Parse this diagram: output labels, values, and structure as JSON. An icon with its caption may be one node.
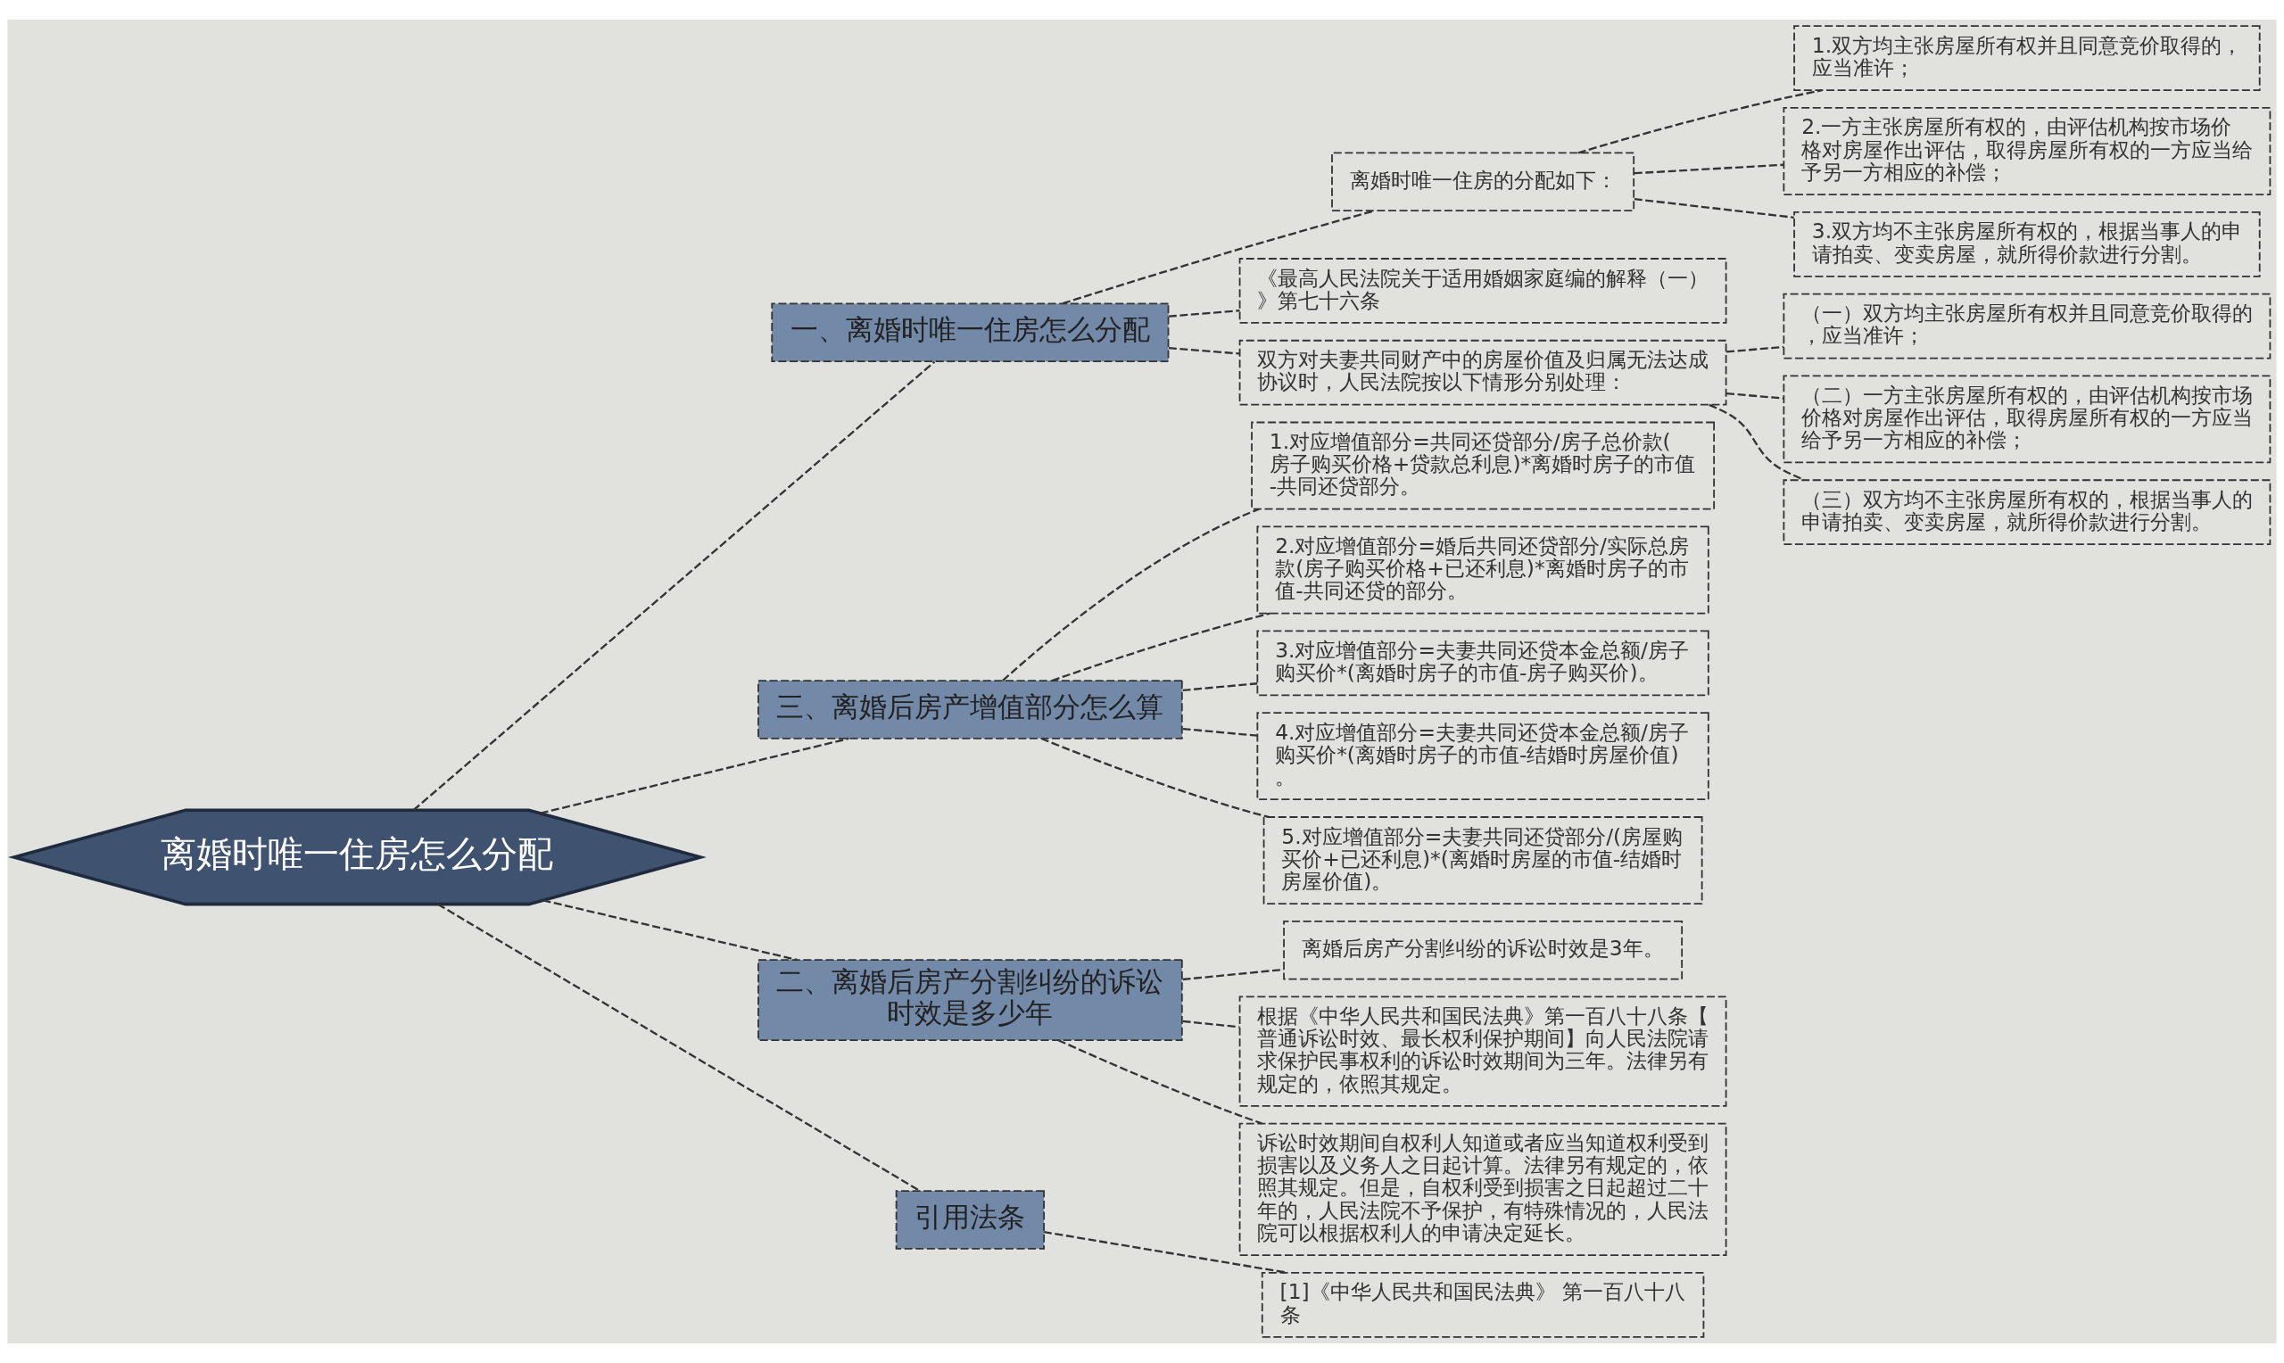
{
  "diagram": {
    "nodes": [
      {
        "text": [
          "离婚时唯一住房怎么分配"
        ]
      },
      {
        "text": [
          "一、离婚时唯一住房怎么分配"
        ]
      },
      {
        "text": [
          "离婚时唯一住房的分配如下："
        ]
      },
      {
        "text": [
          "1.双方均主张房屋所有权并且同意竞价取得的，应当准许；"
        ]
      },
      {
        "text": [
          "2.一方主张房屋所有权的，由评估机构按市场价格对房屋作出评估，取得房屋所有权的一方应当给予另一方相应的补偿；"
        ]
      },
      {
        "text": [
          "3.双方均不主张房屋所有权的，根据当事人的申请拍卖、变卖房屋，就所得价款进行分割。"
        ]
      },
      {
        "text": [
          "《最高人民法院关于适用婚姻家庭编的解释（一）》第七十六条"
        ]
      },
      {
        "text": [
          "双方对夫妻共同财产中的房屋价值及归属无法达成协议时，人民法院按以下情形分别处理："
        ]
      },
      {
        "text": [
          "（一）双方均主张房屋所有权并且同意竞价取得的，应当准许；"
        ]
      },
      {
        "text": [
          "（二）一方主张房屋所有权的，由评估机构按市场价格对房屋作出评估，取得房屋所有权的一方应当给予另一方相应的补偿；"
        ]
      },
      {
        "text": [
          "（三）双方均不主张房屋所有权的，根据当事人的申请拍卖、变卖房屋，就所得价款进行分割。"
        ]
      },
      {
        "text": [
          "三、离婚后房产增值部分怎么算"
        ]
      },
      {
        "text": [
          "1.对应增值部分=共同还贷部分/房子总价款(房子购买价格+贷款总利息)*离婚时房子的市值-共同还贷部分。"
        ]
      },
      {
        "text": [
          "2.对应增值部分=婚后共同还贷部分/实际总房款(房子购买价格+已还利息)*离婚时房子的市值-共同还贷的部分。"
        ]
      },
      {
        "text": [
          "3.对应增值部分=夫妻共同还贷本金总额/房子购买价*(离婚时房子的市值-房子购买价)。"
        ]
      },
      {
        "text": [
          "4.对应增值部分=夫妻共同还贷本金总额/房子购买价*(离婚时房子的市值-结婚时房屋价值)。"
        ]
      },
      {
        "text": [
          "5.对应增值部分=夫妻共同还贷部分/(房屋购买价+已还利息)*(离婚时房屋的市值-结婚时房屋价值)。"
        ]
      },
      {
        "text": [
          "二、离婚后房产分割纠纷的诉讼时效是多少年"
        ]
      },
      {
        "text": [
          "离婚后房产分割纠纷的诉讼时效是3年。"
        ]
      },
      {
        "text": [
          "根据《中华人民共和国民法典》第一百八十八条【普通诉讼时效、最长权利保护期间】向人民法院请求保护民事权利的诉讼时效期间为三年。法律另有规定的，依照其规定。"
        ]
      },
      {
        "text": [
          "诉讼时效期间自权利人知道或者应当知道权利受到损害以及义务人之日起计算。法律另有规定的，依照其规定。但是，自权利受到损害之日起超过二十年的，人民法院不予保护，有特殊情况的，人民法院可以根据权利人的申请决定延长。"
        ]
      },
      {
        "text": [
          "引用法条"
        ]
      },
      {
        "text": [
          "[1]《中华人民共和国民法典》 第一百八十八条"
        ]
      }
    ],
    "edges": [
      {
        "from": 0,
        "to": 1,
        "arrow": "none",
        "style": "dashed"
      },
      {
        "from": 1,
        "to": 2,
        "arrow": "none",
        "style": "dashed"
      },
      {
        "from": 2,
        "to": 3,
        "arrow": "none",
        "style": "dashed"
      },
      {
        "from": 2,
        "to": 4,
        "arrow": "none",
        "style": "dashed"
      },
      {
        "from": 2,
        "to": 5,
        "arrow": "none",
        "style": "dashed"
      },
      {
        "from": 1,
        "to": 6,
        "arrow": "none",
        "style": "dashed"
      },
      {
        "from": 1,
        "to": 7,
        "arrow": "none",
        "style": "dashed"
      },
      {
        "from": 7,
        "to": 8,
        "arrow": "none",
        "style": "dashed"
      },
      {
        "from": 7,
        "to": 9,
        "arrow": "none",
        "style": "dashed"
      },
      {
        "from": 7,
        "to": 10,
        "arrow": "none",
        "style": "dashed"
      },
      {
        "from": 0,
        "to": 11,
        "arrow": "none",
        "style": "dashed"
      },
      {
        "from": 11,
        "to": 12,
        "arrow": "none",
        "style": "dashed"
      },
      {
        "from": 11,
        "to": 13,
        "arrow": "none",
        "style": "dashed"
      },
      {
        "from": 11,
        "to": 14,
        "arrow": "none",
        "style": "dashed"
      },
      {
        "from": 11,
        "to": 15,
        "arrow": "none",
        "style": "dashed"
      },
      {
        "from": 11,
        "to": 16,
        "arrow": "none",
        "style": "dashed"
      },
      {
        "from": 0,
        "to": 17,
        "arrow": "none",
        "style": "dashed"
      },
      {
        "from": 17,
        "to": 18,
        "arrow": "none",
        "style": "dashed"
      },
      {
        "from": 17,
        "to": 19,
        "arrow": "none",
        "style": "dashed"
      },
      {
        "from": 17,
        "to": 20,
        "arrow": "none",
        "style": "dashed"
      },
      {
        "from": 0,
        "to": 21,
        "arrow": "none",
        "style": "dashed"
      },
      {
        "from": 21,
        "to": 22,
        "arrow": "none",
        "style": "dashed"
      }
    ]
  }
}
